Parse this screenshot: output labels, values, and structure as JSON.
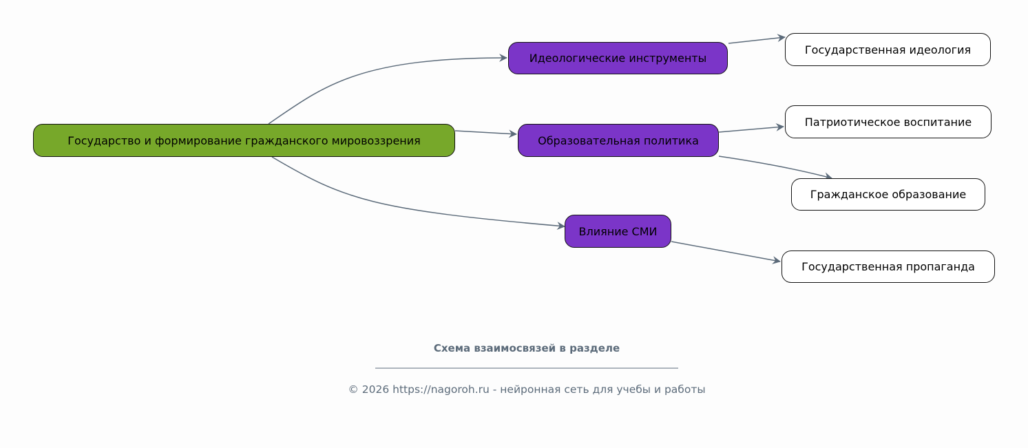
{
  "diagram": {
    "root": {
      "label": "Государство и формирование гражданского мировоззрения"
    },
    "branches": [
      {
        "label": "Идеологические инструменты"
      },
      {
        "label": "Образовательная политика"
      },
      {
        "label": "Влияние СМИ"
      }
    ],
    "leaves": [
      {
        "label": "Государственная идеология",
        "parent": "Идеологические инструменты"
      },
      {
        "label": "Патриотическое воспитание",
        "parent": "Образовательная политика"
      },
      {
        "label": "Гражданское образование",
        "parent": "Образовательная политика"
      },
      {
        "label": "Государственная пропаганда",
        "parent": "Влияние СМИ"
      }
    ],
    "colors": {
      "root": "#77a82a",
      "branch": "#7b35c8",
      "leaf": "#ffffff",
      "edge": "#5c6b7a"
    }
  },
  "footer": {
    "title": "Схема взаимосвязей в разделе",
    "copyright": "© 2026 https://nagoroh.ru - нейронная сеть для учебы и работы"
  }
}
